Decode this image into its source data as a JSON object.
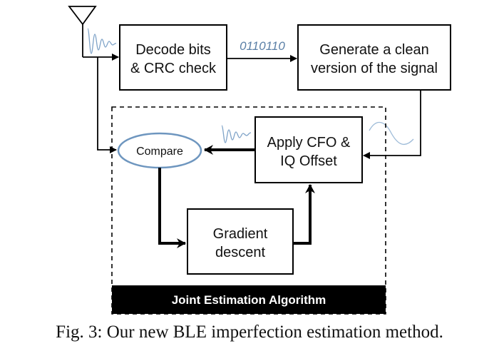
{
  "diagram": {
    "nodes": {
      "decode": {
        "line1": "Decode bits",
        "line2": "& CRC check"
      },
      "generate": {
        "line1": "Generate a clean",
        "line2": "version of the signal"
      },
      "apply": {
        "line1": "Apply CFO &",
        "line2": "IQ Offset"
      },
      "compare": {
        "label": "Compare"
      },
      "gradient": {
        "line1": "Gradient",
        "line2": "descent"
      }
    },
    "edge_labels": {
      "decoded_bits": "0110110"
    },
    "group": {
      "label": "Joint Estimation Algorithm"
    },
    "edges": [
      {
        "from": "antenna",
        "to": "decode",
        "style": "thin"
      },
      {
        "from": "antenna",
        "to": "compare",
        "style": "thin"
      },
      {
        "from": "decode",
        "to": "generate",
        "style": "thin",
        "label": "0110110"
      },
      {
        "from": "generate",
        "to": "apply",
        "style": "thin"
      },
      {
        "from": "apply",
        "to": "compare",
        "style": "thick"
      },
      {
        "from": "compare",
        "to": "gradient",
        "style": "thick"
      },
      {
        "from": "gradient",
        "to": "apply",
        "style": "thick"
      }
    ],
    "colors": {
      "signal": "#7fa3c8",
      "bits_text": "#5a7fa6",
      "compare_outline": "#6e96bf",
      "band": "#000000"
    }
  },
  "caption": "Fig. 3: Our new BLE imperfection estimation method."
}
